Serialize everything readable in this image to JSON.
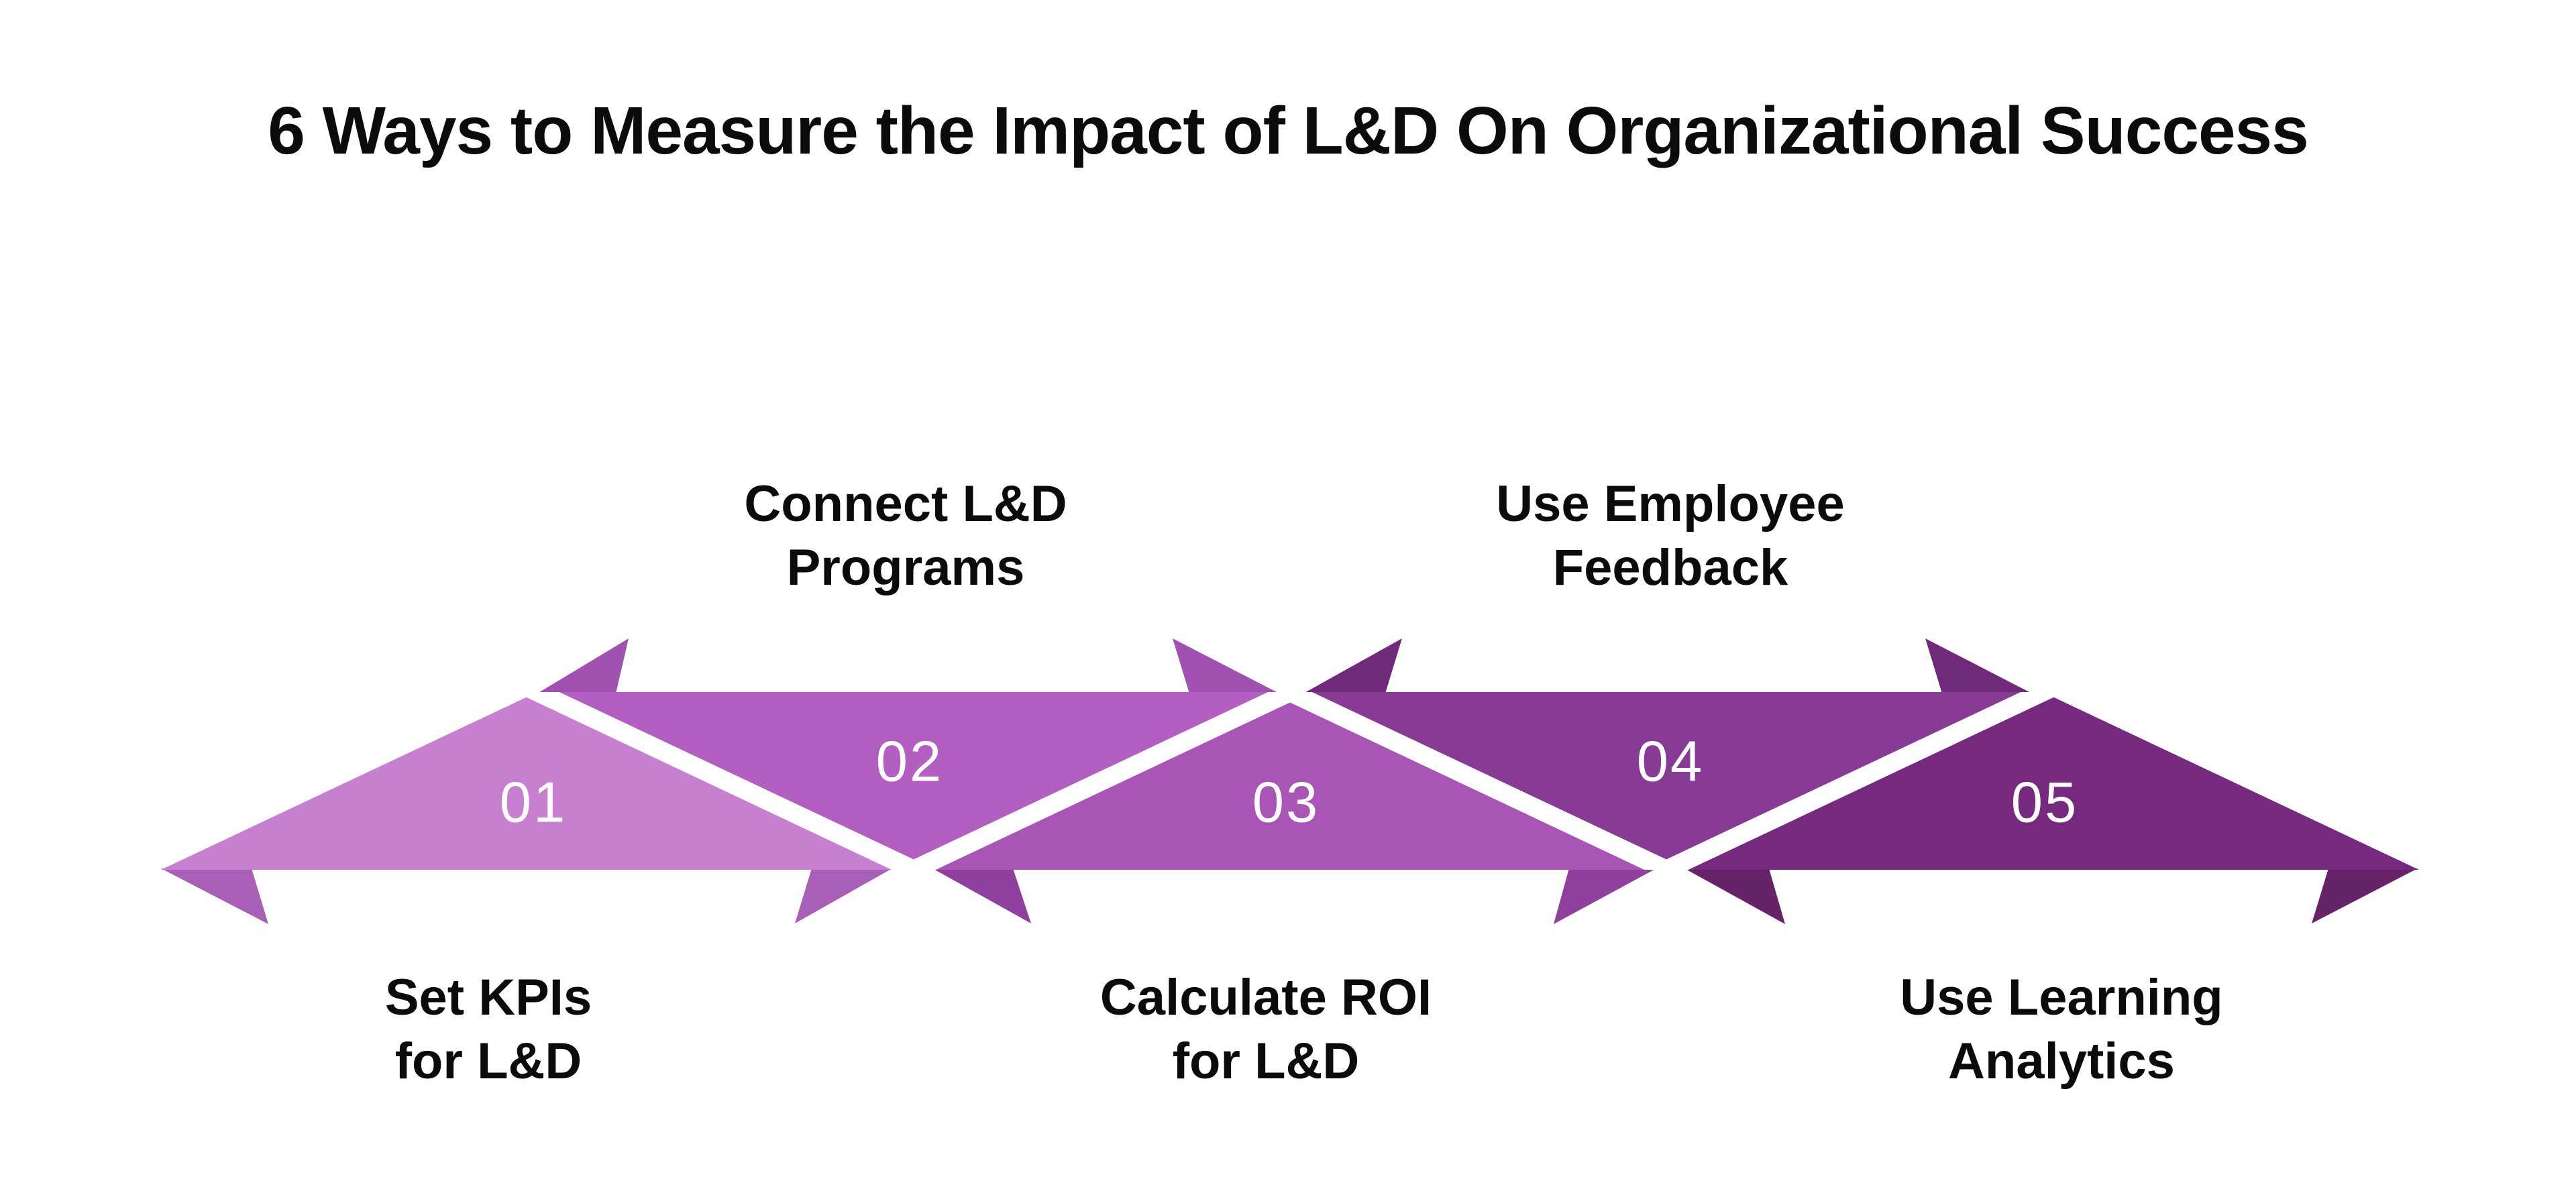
{
  "title": "6 Ways to Measure the Impact of L&D On Organizational Success",
  "colors": {
    "background": "#ffffff",
    "separator": "#ffffff",
    "number_text": "#ffffff",
    "label_text": "#0b0b0b"
  },
  "diagram": {
    "type": "zigzag-ribbon-arrow",
    "direction": "left-arrow to right-arrow, five folded segments",
    "steps": [
      {
        "number": "01",
        "label": "Set KPIs for L&D",
        "label_lines": [
          "Set KPIs",
          "for L&D"
        ],
        "label_position": "below",
        "orientation": "up-triangle",
        "color": "#c77fd0",
        "fold_color": "#a95fb5"
      },
      {
        "number": "02",
        "label": "Connect L&D Programs",
        "label_lines": [
          "Connect L&D",
          "Programs"
        ],
        "label_position": "above",
        "orientation": "down-triangle",
        "color": "#b35fc2",
        "fold_color": "#a151af"
      },
      {
        "number": "03",
        "label": "Calculate ROI for L&D",
        "label_lines": [
          "Calculate ROI",
          "for L&D"
        ],
        "label_position": "below",
        "orientation": "up-triangle",
        "color": "#a855b5",
        "fold_color": "#8f3f9c"
      },
      {
        "number": "04",
        "label": "Use Employee Feedback",
        "label_lines": [
          "Use Employee",
          "Feedback"
        ],
        "label_position": "above",
        "orientation": "down-triangle",
        "color": "#873b94",
        "fold_color": "#6f2b79"
      },
      {
        "number": "05",
        "label": "Use Learning Analytics",
        "label_lines": [
          "Use Learning",
          "Analytics"
        ],
        "label_position": "below",
        "orientation": "up-triangle",
        "color": "#762a7f",
        "fold_color": "#672367"
      }
    ]
  }
}
